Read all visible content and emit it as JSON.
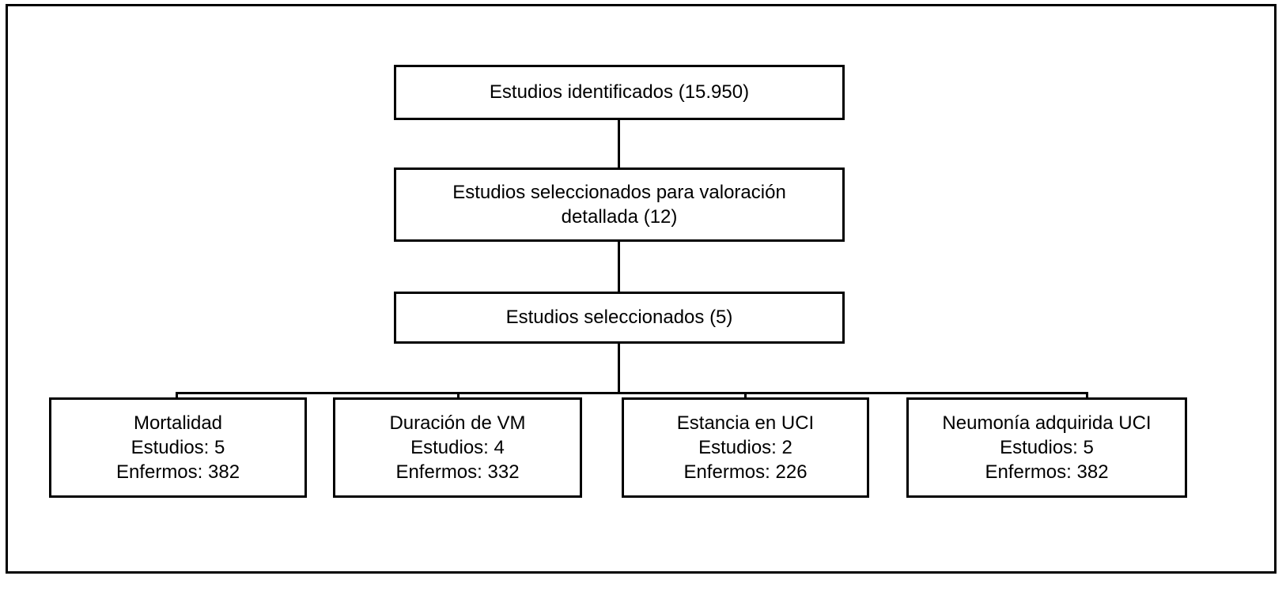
{
  "figure": {
    "type": "flowchart",
    "orientation": "top-down",
    "language": "es",
    "stroke_color": "#000000",
    "background_color": "#ffffff"
  },
  "nodes": {
    "identified": {
      "lines": [
        "Estudios identificados (15.950)"
      ],
      "label": "Estudios identificados",
      "count": 15950
    },
    "screened": {
      "lines": [
        "Estudios seleccionados para valoración",
        "detallada (12)"
      ],
      "label": "Estudios seleccionados para valoración detallada",
      "count": 12
    },
    "selected": {
      "lines": [
        "Estudios seleccionados (5)"
      ],
      "label": "Estudios seleccionados",
      "count": 5
    }
  },
  "outcomes": [
    {
      "title": "Mortalidad",
      "studies_line": "Estudios: 5",
      "patients_line": "Enfermos: 382",
      "studies": 5,
      "patients": 382
    },
    {
      "title": "Duración de VM",
      "studies_line": "Estudios: 4",
      "patients_line": "Enfermos: 332",
      "studies": 4,
      "patients": 332
    },
    {
      "title": "Estancia en UCI",
      "studies_line": "Estudios: 2",
      "patients_line": "Enfermos: 226",
      "studies": 2,
      "patients": 226
    },
    {
      "title": "Neumonía adquirida UCI",
      "studies_line": "Estudios: 5",
      "patients_line": "Enfermos: 382",
      "studies": 5,
      "patients": 382
    }
  ]
}
